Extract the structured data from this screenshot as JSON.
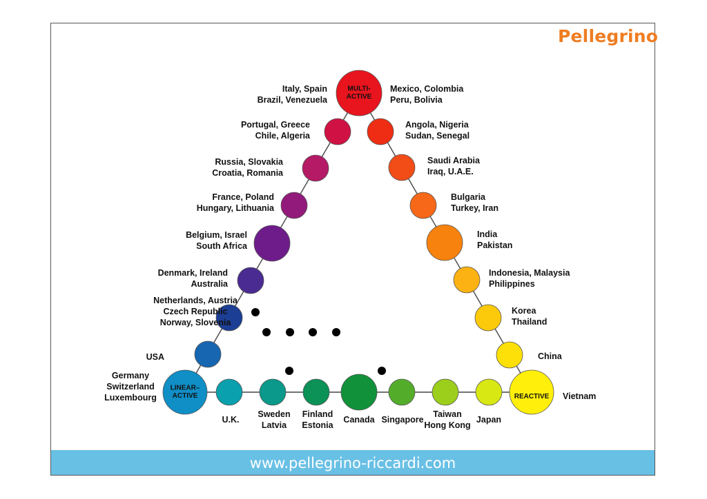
{
  "logo": {
    "text": "Pellegrino",
    "color": "#ef7d22"
  },
  "footer": {
    "url": "www.pellegrino-riccardi.com",
    "bg": "#69c0e5"
  },
  "nodes": [
    {
      "id": "multi-active",
      "inner": [
        "MULTI-",
        "ACTIVE"
      ],
      "color": "#e8141e"
    },
    {
      "id": "portugal",
      "label": [
        "Portugal, Greece",
        "Chile, Algeria"
      ],
      "color": "#d01144"
    },
    {
      "id": "russia",
      "label": [
        "Russia, Slovakia",
        "Croatia, Romania"
      ],
      "color": "#b41a66"
    },
    {
      "id": "france",
      "label": [
        "France, Poland",
        "Hungary, Lithuania"
      ],
      "color": "#921a7a"
    },
    {
      "id": "belgium",
      "label": [
        "Belgium, Israel",
        "South Africa"
      ],
      "color": "#6e1c8a"
    },
    {
      "id": "denmark",
      "label": [
        "Denmark, Ireland",
        "Australia"
      ],
      "color": "#4a2b91"
    },
    {
      "id": "netherlands",
      "label": [
        "Netherlands, Austria",
        "Czech Republic",
        "Norway, Slovenia"
      ],
      "color": "#1c3e94"
    },
    {
      "id": "usa",
      "label": [
        "USA"
      ],
      "color": "#1666b1"
    },
    {
      "id": "linear-active",
      "inner": [
        "LINEAR–",
        "ACTIVE"
      ],
      "label": [
        "Germany",
        "Switzerland",
        "Luxembourg"
      ],
      "color": "#108ec6"
    },
    {
      "id": "uk",
      "label": [
        "U.K."
      ],
      "color": "#0aa0ad"
    },
    {
      "id": "sweden",
      "label": [
        "Sweden",
        "Latvia"
      ],
      "color": "#0a998a"
    },
    {
      "id": "finland",
      "label": [
        "Finland",
        "Estonia"
      ],
      "color": "#0c9156"
    },
    {
      "id": "canada",
      "label": [
        "Canada"
      ],
      "color": "#11913a"
    },
    {
      "id": "singapore",
      "label": [
        "Singapore"
      ],
      "color": "#54ad2a"
    },
    {
      "id": "taiwan",
      "label": [
        "Taiwan",
        "Hong Kong"
      ],
      "color": "#9cce1c"
    },
    {
      "id": "japan",
      "label": [
        "Japan"
      ],
      "color": "#d8e812"
    },
    {
      "id": "reactive",
      "inner": [
        "REACTIVE"
      ],
      "label": [
        "Vietnam"
      ],
      "color": "#ffef0a"
    },
    {
      "id": "china",
      "label": [
        "China"
      ],
      "color": "#fde007"
    },
    {
      "id": "korea",
      "label": [
        "Korea",
        "Thailand"
      ],
      "color": "#fcca0b"
    },
    {
      "id": "indonesia",
      "label": [
        "Indonesia, Malaysia",
        "Philippines"
      ],
      "color": "#fbb212"
    },
    {
      "id": "india",
      "label": [
        "India",
        "Pakistan"
      ],
      "color": "#f7820d"
    },
    {
      "id": "bulgaria",
      "label": [
        "Bulgaria",
        "Turkey, Iran"
      ],
      "color": "#f76818"
    },
    {
      "id": "saudi",
      "label": [
        "Saudi Arabia",
        "Iraq, U.A.E."
      ],
      "color": "#f24c17"
    },
    {
      "id": "angola",
      "label": [
        "Angola, Nigeria",
        "Sudan, Senegal"
      ],
      "color": "#ef2d14"
    },
    {
      "id": "italy",
      "label": [
        "Italy, Spain",
        "Brazil, Venezuela"
      ]
    },
    {
      "id": "mexico",
      "label": [
        "Mexico, Colombia",
        "Peru, Bolivia"
      ]
    }
  ]
}
